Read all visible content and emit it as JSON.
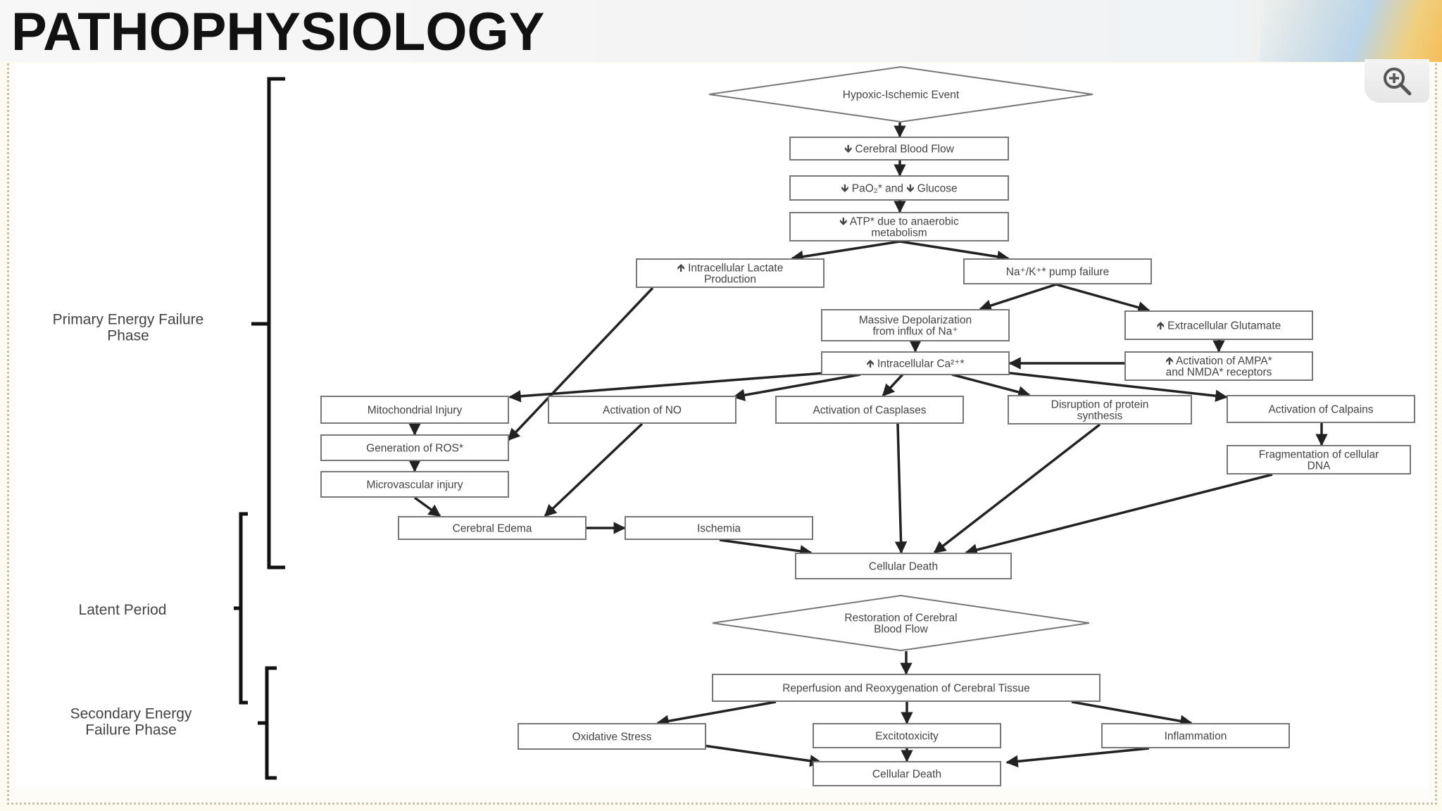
{
  "header": {
    "title": "PATHOPHYSIOLOGY"
  },
  "toolbar": {
    "zoom_icon": "zoom-in-icon"
  },
  "colors": {
    "header_accent": "#f5be5a",
    "edge": "#222222",
    "node_border": "#777777"
  },
  "phases": [
    {
      "id": "primary",
      "label": "Primary Energy Failure\nPhase"
    },
    {
      "id": "latent",
      "label": "Latent Period"
    },
    {
      "id": "secondary",
      "label": "Secondary Energy\nFailure Phase"
    }
  ],
  "nodes": [
    {
      "id": "hypoxic_event",
      "shape": "diamond",
      "text": "Hypoxic-Ischemic Event"
    },
    {
      "id": "cbf",
      "shape": "box",
      "text": "🡻 Cerebral Blood Flow"
    },
    {
      "id": "pao2",
      "shape": "box",
      "text": "🡻 PaO₂* and 🡻 Glucose"
    },
    {
      "id": "atp",
      "shape": "box",
      "text": "🡻 ATP* due to anaerobic\nmetabolism"
    },
    {
      "id": "lactate",
      "shape": "box",
      "text": "🡹 Intracellular Lactate\nProduction"
    },
    {
      "id": "pump",
      "shape": "box",
      "text": "Na⁺/K⁺* pump failure"
    },
    {
      "id": "depolarization",
      "shape": "box",
      "text": "Massive Depolarization\nfrom influx of Na⁺"
    },
    {
      "id": "glutamate",
      "shape": "box",
      "text": "🡹 Extracellular Glutamate"
    },
    {
      "id": "calcium",
      "shape": "box",
      "text": "🡹 Intracellular Ca²⁺*"
    },
    {
      "id": "ampa",
      "shape": "box",
      "text": "🡹 Activation of AMPA*\nand NMDA* receptors"
    },
    {
      "id": "mito",
      "shape": "box",
      "text": "Mitochondrial Injury"
    },
    {
      "id": "no",
      "shape": "box",
      "text": "Activation of NO"
    },
    {
      "id": "caspases",
      "shape": "box",
      "text": "Activation of Casplases"
    },
    {
      "id": "protein",
      "shape": "box",
      "text": "Disruption of protein\nsynthesis"
    },
    {
      "id": "calpains",
      "shape": "box",
      "text": "Activation of Calpains"
    },
    {
      "id": "ros",
      "shape": "box",
      "text": "Generation of ROS*"
    },
    {
      "id": "dna",
      "shape": "box",
      "text": "Fragmentation of cellular\nDNA"
    },
    {
      "id": "microvasc",
      "shape": "box",
      "text": "Microvascular injury"
    },
    {
      "id": "edema",
      "shape": "box",
      "text": "Cerebral Edema"
    },
    {
      "id": "ischemia",
      "shape": "box",
      "text": "Ischemia"
    },
    {
      "id": "death1",
      "shape": "box",
      "text": "Cellular Death"
    },
    {
      "id": "restoration",
      "shape": "diamond",
      "text": "Restoration of Cerebral\nBlood Flow"
    },
    {
      "id": "reperfusion",
      "shape": "box",
      "text": "Reperfusion and Reoxygenation of Cerebral Tissue"
    },
    {
      "id": "oxidative",
      "shape": "box",
      "text": "Oxidative Stress"
    },
    {
      "id": "excito",
      "shape": "box",
      "text": "Excitotoxicity"
    },
    {
      "id": "inflammation",
      "shape": "box",
      "text": "Inflammation"
    },
    {
      "id": "death2",
      "shape": "box",
      "text": "Cellular Death"
    }
  ],
  "edges": [
    [
      "hypoxic_event",
      "cbf"
    ],
    [
      "cbf",
      "pao2"
    ],
    [
      "pao2",
      "atp"
    ],
    [
      "atp",
      "lactate"
    ],
    [
      "atp",
      "pump"
    ],
    [
      "pump",
      "depolarization"
    ],
    [
      "pump",
      "glutamate"
    ],
    [
      "depolarization",
      "calcium"
    ],
    [
      "glutamate",
      "ampa"
    ],
    [
      "ampa",
      "calcium"
    ],
    [
      "calcium",
      "mito"
    ],
    [
      "calcium",
      "no"
    ],
    [
      "calcium",
      "caspases"
    ],
    [
      "calcium",
      "protein"
    ],
    [
      "calcium",
      "calpains"
    ],
    [
      "lactate",
      "ros"
    ],
    [
      "mito",
      "ros"
    ],
    [
      "ros",
      "microvasc"
    ],
    [
      "microvasc",
      "edema"
    ],
    [
      "no",
      "edema"
    ],
    [
      "edema",
      "ischemia"
    ],
    [
      "ischemia",
      "death1"
    ],
    [
      "caspases",
      "death1"
    ],
    [
      "protein",
      "death1"
    ],
    [
      "calpains",
      "dna"
    ],
    [
      "dna",
      "death1"
    ],
    [
      "restoration",
      "reperfusion"
    ],
    [
      "reperfusion",
      "oxidative"
    ],
    [
      "reperfusion",
      "excito"
    ],
    [
      "reperfusion",
      "inflammation"
    ],
    [
      "oxidative",
      "death2"
    ],
    [
      "excito",
      "death2"
    ],
    [
      "inflammation",
      "death2"
    ]
  ]
}
